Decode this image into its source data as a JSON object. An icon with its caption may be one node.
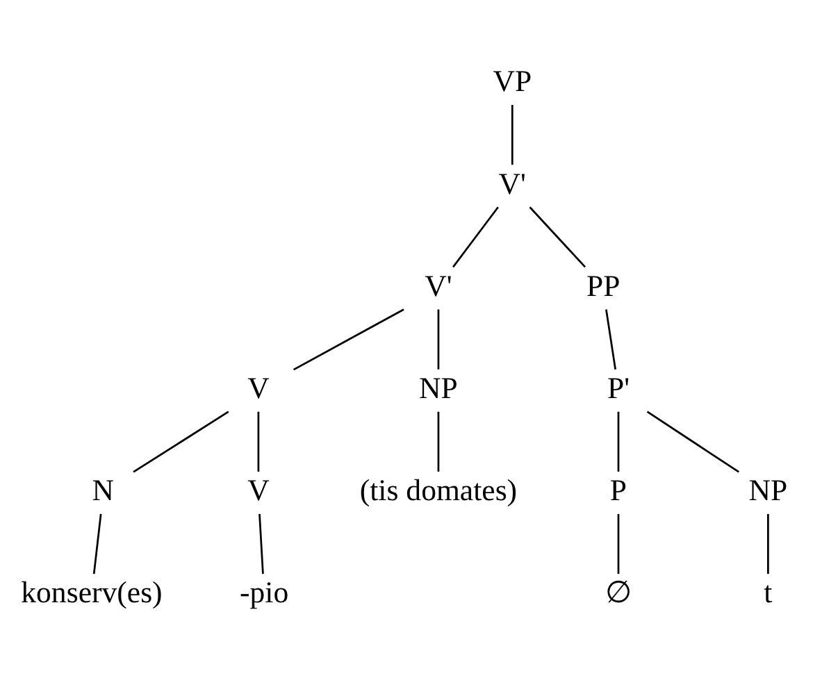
{
  "diagram": {
    "nodes": [
      {
        "text": [
          "VP"
        ]
      },
      {
        "text": [
          "V'"
        ]
      },
      {
        "text": [
          "V'"
        ]
      },
      {
        "text": [
          "PP"
        ]
      },
      {
        "text": [
          "V"
        ]
      },
      {
        "text": [
          "NP"
        ]
      },
      {
        "text": [
          "P'"
        ]
      },
      {
        "text": [
          "N"
        ]
      },
      {
        "text": [
          "V"
        ]
      },
      {
        "text": [
          "(tis domates)"
        ]
      },
      {
        "text": [
          "P"
        ]
      },
      {
        "text": [
          "NP"
        ]
      },
      {
        "text": [
          "konserv(es)"
        ]
      },
      {
        "text": [
          "-pio"
        ]
      },
      {
        "text": [
          "∅"
        ]
      },
      {
        "text": [
          "t"
        ]
      }
    ],
    "edges": [
      {
        "from": 0,
        "to": 1,
        "arrow": "none"
      },
      {
        "from": 1,
        "to": 2,
        "arrow": "none"
      },
      {
        "from": 1,
        "to": 3,
        "arrow": "none"
      },
      {
        "from": 2,
        "to": 4,
        "arrow": "none"
      },
      {
        "from": 2,
        "to": 5,
        "arrow": "none"
      },
      {
        "from": 3,
        "to": 6,
        "arrow": "none"
      },
      {
        "from": 4,
        "to": 7,
        "arrow": "none"
      },
      {
        "from": 4,
        "to": 8,
        "arrow": "none"
      },
      {
        "from": 5,
        "to": 9,
        "arrow": "none"
      },
      {
        "from": 6,
        "to": 10,
        "arrow": "none"
      },
      {
        "from": 6,
        "to": 11,
        "arrow": "none"
      },
      {
        "from": 7,
        "to": 12,
        "arrow": "none"
      },
      {
        "from": 8,
        "to": 13,
        "arrow": "none"
      },
      {
        "from": 10,
        "to": 14,
        "arrow": "none"
      },
      {
        "from": 11,
        "to": 15,
        "arrow": "none"
      }
    ]
  }
}
